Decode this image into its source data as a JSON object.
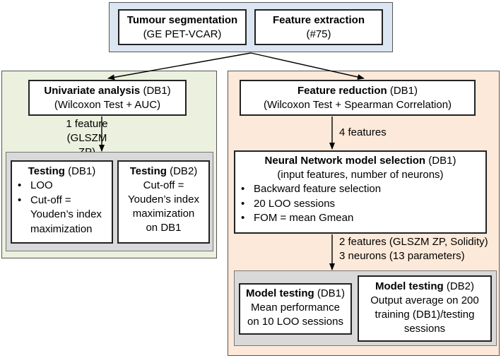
{
  "top": {
    "seg": {
      "title": "Tumour segmentation",
      "sub": "(GE PET-VCAR)"
    },
    "feat": {
      "title": "Feature extraction",
      "sub": "(#75)"
    }
  },
  "left": {
    "univariate": {
      "title": "Univariate analysis",
      "db": " (DB1)",
      "sub": "(Wilcoxon Test + AUC)"
    },
    "arrow_label": [
      "1 feature",
      "(GLSZM ZP)"
    ],
    "testing1": {
      "title": "Testing",
      "db": " (DB1)",
      "bullets": [
        "LOO",
        "Cut-off = Youden’s index maximization"
      ]
    },
    "testing2": {
      "title": "Testing",
      "db": " (DB2)",
      "lines": [
        "Cut-off =",
        "Youden’s index",
        "maximization",
        "on DB1"
      ]
    }
  },
  "right": {
    "reduction": {
      "title": "Feature reduction",
      "db": " (DB1)",
      "sub": "(Wilcoxon Test + Spearman Correlation)"
    },
    "arrow1_label": "4 features",
    "nn": {
      "title": "Neural Network model selection",
      "db": " (DB1)",
      "sub": "(input features, number of neurons)",
      "bullets": [
        "Backward feature selection",
        "20 LOO sessions",
        "FOM = mean Gmean"
      ]
    },
    "arrow2_label": [
      "2 features (GLSZM ZP, Solidity)",
      "3 neurons (13 parameters)"
    ],
    "mt1": {
      "title": "Model testing",
      "db": " (DB1)",
      "lines": [
        "Mean performance",
        "on 10 LOO sessions"
      ]
    },
    "mt2": {
      "title": "Model testing",
      "db": " (DB2)",
      "lines": [
        "Output average on 200",
        "training (DB1)/testing",
        "sessions"
      ]
    }
  },
  "colors": {
    "top_panel": "#dce6f2",
    "left_panel": "#ebf1de",
    "right_panel": "#fde9d9",
    "inner_panel": "#d9d9d9"
  }
}
